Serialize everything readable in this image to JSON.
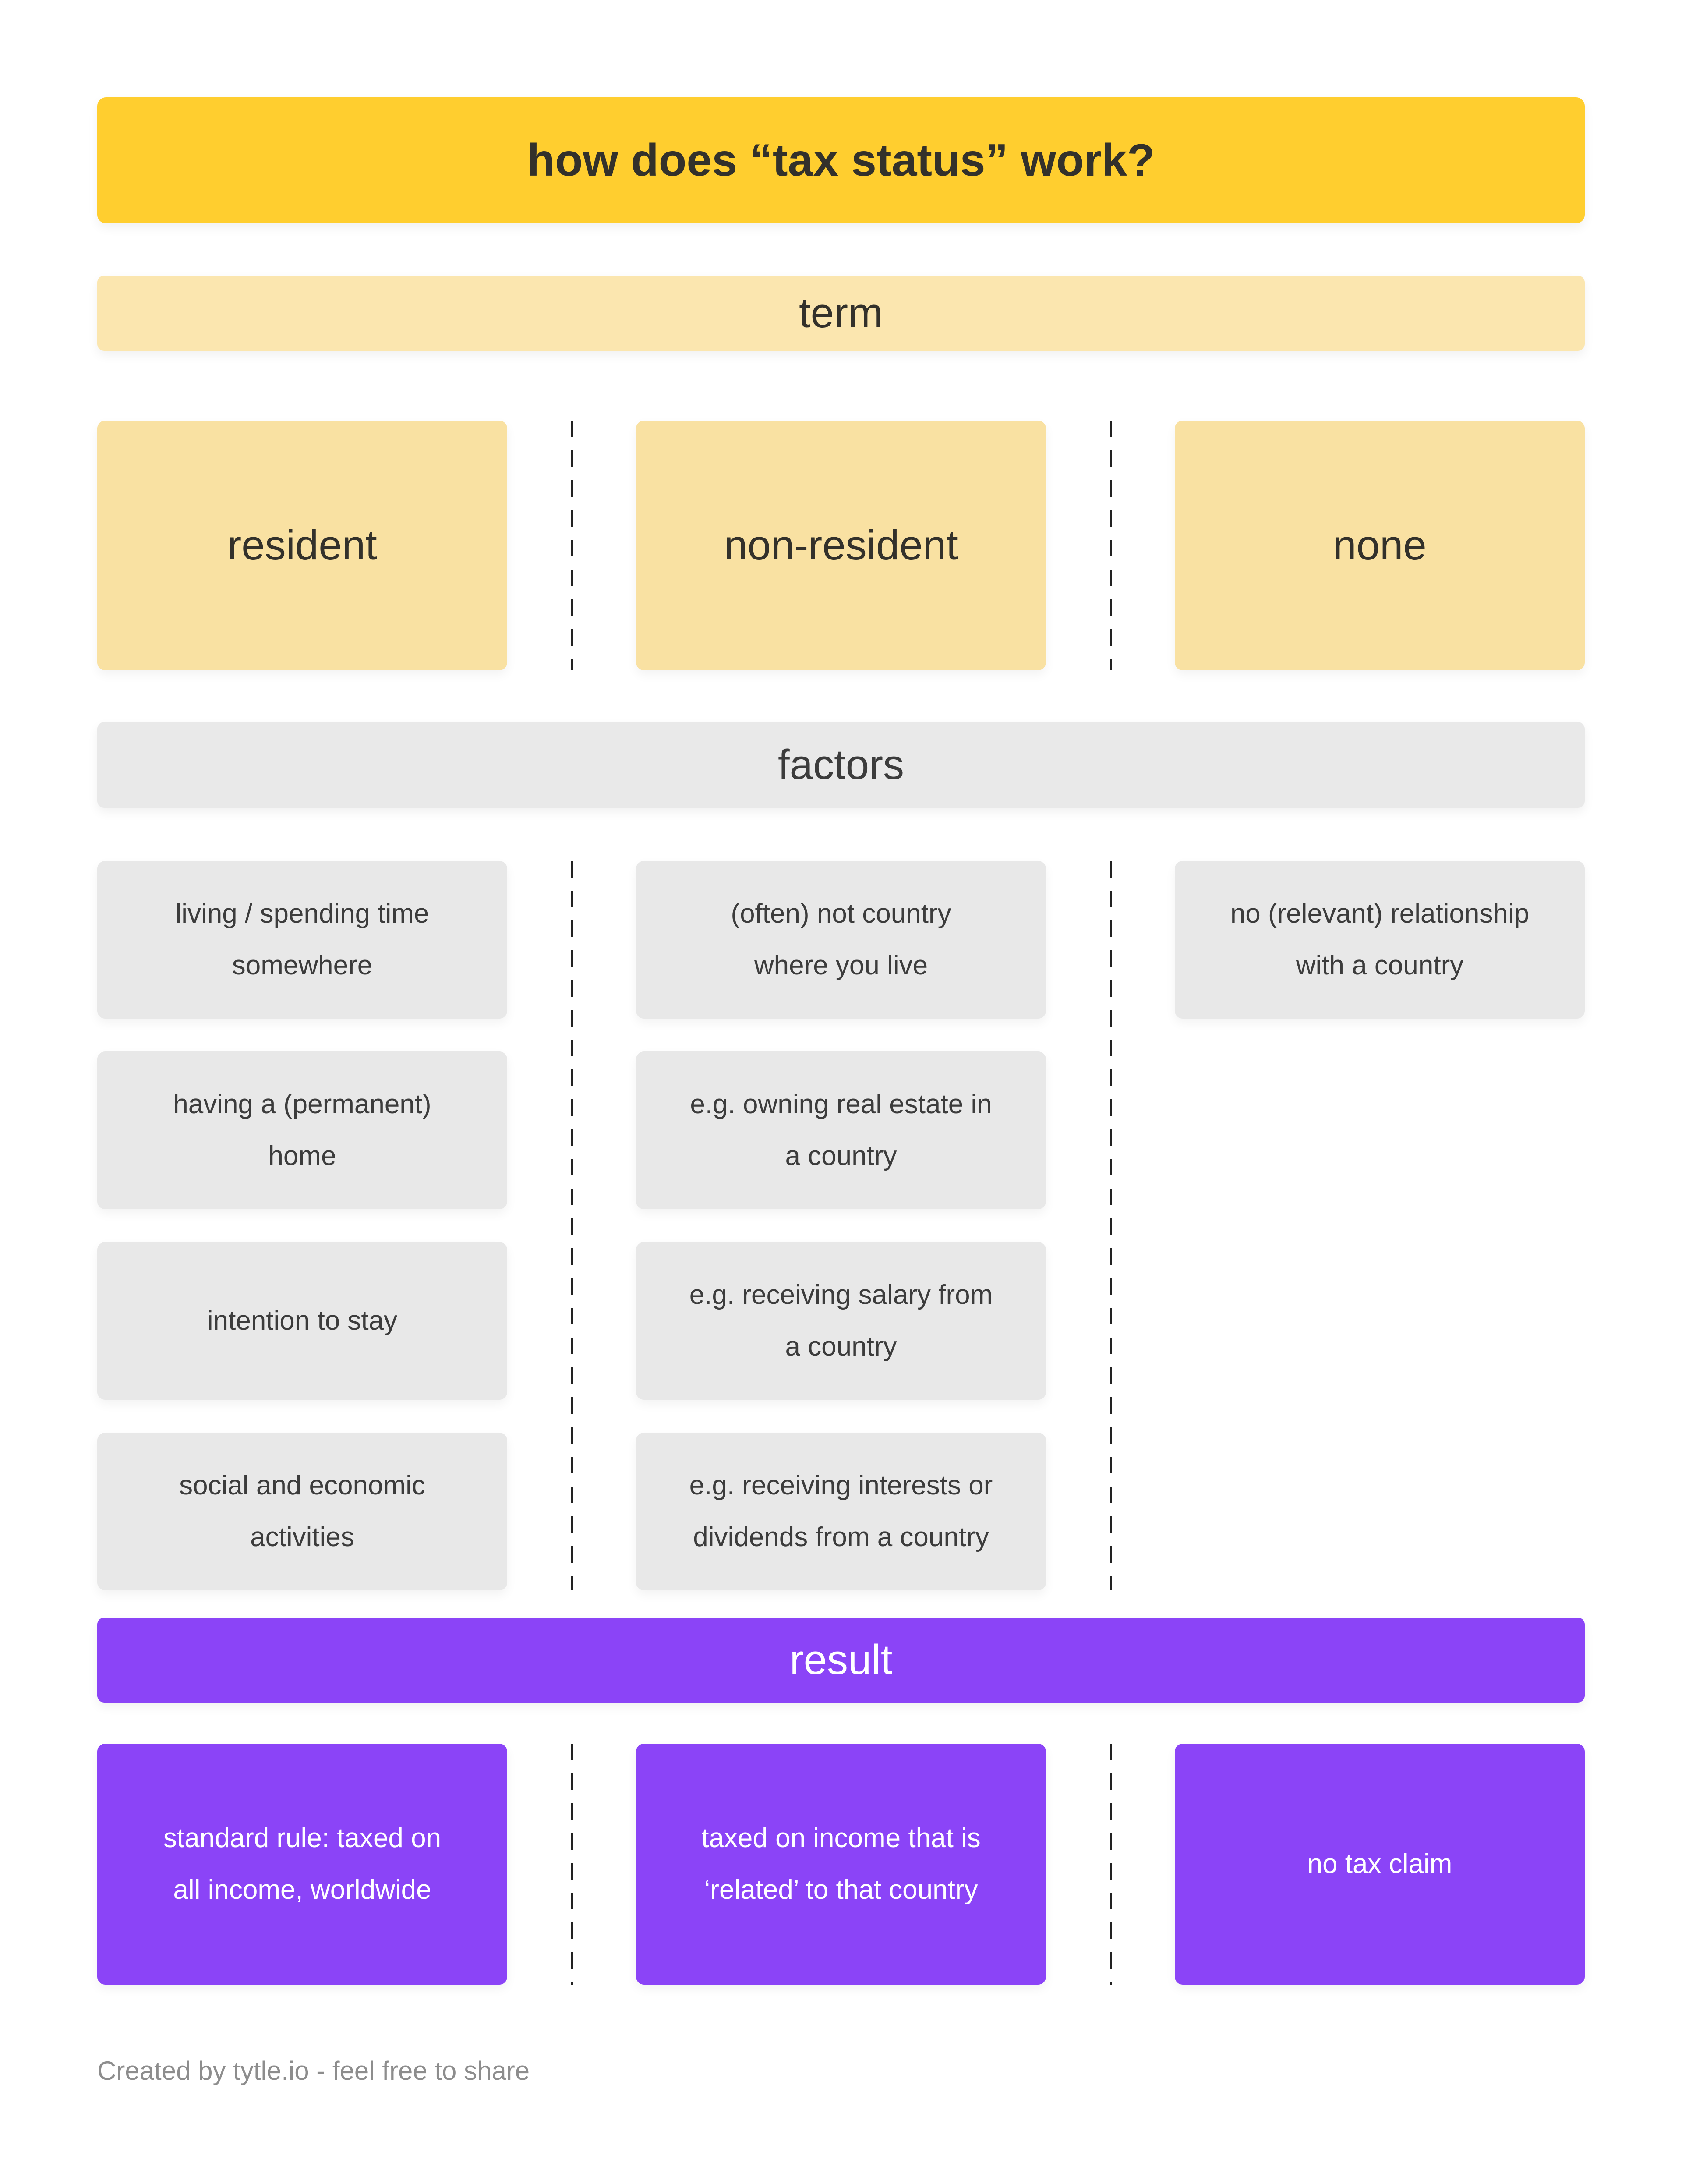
{
  "page": {
    "title": "how does “tax status” work?",
    "footer": "Created by tytle.io - feel free to share"
  },
  "colors": {
    "gold": "#FFCE2F",
    "pale_yellow_banner": "#FBE6AF",
    "pale_yellow_box": "#F9E1A2",
    "gray_banner": "#E9E9E9",
    "gray_box": "#E8E8E8",
    "purple": "#8B44F7",
    "text_dark": "#33312B",
    "text_gray_box": "#3C3C3C",
    "footer_gray": "#8D8D8D",
    "dash": "#222222"
  },
  "sections": {
    "term": {
      "label": "term",
      "items": [
        "resident",
        "non-resident",
        "none"
      ]
    },
    "factors": {
      "label": "factors",
      "columns": [
        {
          "items": [
            "living / spending time\nsomewhere",
            "having a (permanent)\nhome",
            "intention to stay",
            "social and economic\nactivities"
          ]
        },
        {
          "items": [
            "(often) not country\nwhere you live",
            "e.g. owning real estate in\na country",
            "e.g. receiving salary from\na country",
            "e.g. receiving interests or\ndividends from a country"
          ]
        },
        {
          "items": [
            "no (relevant) relationship\nwith a country"
          ]
        }
      ]
    },
    "result": {
      "label": "result",
      "items": [
        "standard rule: taxed on\nall income, worldwide",
        "taxed on income that is\n‘related’ to that country",
        "no tax claim"
      ]
    }
  }
}
